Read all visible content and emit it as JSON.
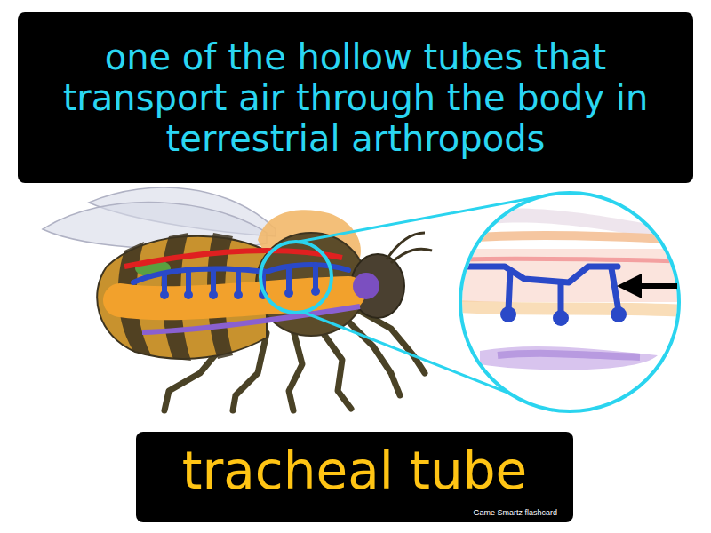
{
  "diagram": {
    "nodes": [
      {
        "text": [
          "one of the hollow tubes that transport air through the body in terrestrial arthropods"
        ]
      },
      {
        "text": [
          "tracheal tube",
          "Game Smartz flashcard"
        ]
      }
    ]
  }
}
